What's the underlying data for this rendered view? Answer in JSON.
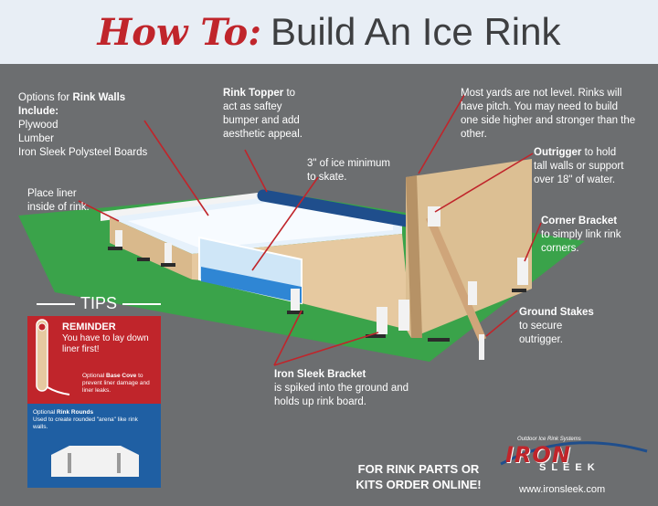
{
  "header": {
    "title_script": "How To:",
    "title_main": "Build An Ice Rink"
  },
  "labels": {
    "walls_intro": "Options for",
    "walls_bold": "Rink Walls",
    "walls_include": "Include:",
    "walls_options": [
      "Plywood",
      "Lumber",
      "Iron Sleek Polysteel Boards"
    ],
    "liner_1": "Place liner",
    "liner_2": "inside of rink.",
    "topper_bold": "Rink Topper",
    "topper_rest": "to",
    "topper_lines": [
      "act as saftey",
      "bumper and add",
      "aesthetic appeal."
    ],
    "ice_lines": [
      "3\" of ice minimum",
      "to skate."
    ],
    "yards_lines": [
      "Most yards are not level. Rinks will",
      "have pitch. You may need to build",
      "one side higher and stronger than the",
      "other."
    ],
    "outrigger_bold": "Outrigger",
    "outrigger_rest": "to hold",
    "outrigger_lines": [
      "tall walls or support",
      "over 18\" of water."
    ],
    "corner_bold": "Corner Bracket",
    "corner_lines": [
      "to simply link rink",
      "corners."
    ],
    "stakes_bold": "Ground Stakes",
    "stakes_lines": [
      "to secure",
      "outrigger."
    ],
    "bracket_bold": "Iron Sleek Bracket",
    "bracket_lines": [
      "is spiked into the ground and",
      "holds up rink board."
    ]
  },
  "tips": {
    "heading": "TIPS",
    "reminder_title": "REMINDER",
    "reminder_text": "You have to lay down liner first!",
    "base_cove_prefix": "Optional",
    "base_cove_bold": "Base Cove",
    "base_cove_text": "to prevent liner damage and liner leaks.",
    "rounds_prefix": "Optional",
    "rounds_bold": "Rink Rounds",
    "rounds_text": "Used to create rounded \"arena\" like rink walls."
  },
  "footer": {
    "order_line1": "FOR RINK PARTS OR",
    "order_line2": "KITS ORDER ONLINE!",
    "logo_tagline": "Outdoor Ice Rink Systems",
    "logo_iron": "IRON",
    "logo_sleek": "SLEEK",
    "url": "www.ironsleek.com"
  },
  "colors": {
    "background": "#6c6e70",
    "header_bg": "#e8eef5",
    "accent_red": "#c0252b",
    "grass": "#3aa34a",
    "wood": "#d9b98c",
    "ice": "#e6f1fb",
    "topper": "#1f4e8c",
    "tips_blue": "#1f5fa3"
  }
}
